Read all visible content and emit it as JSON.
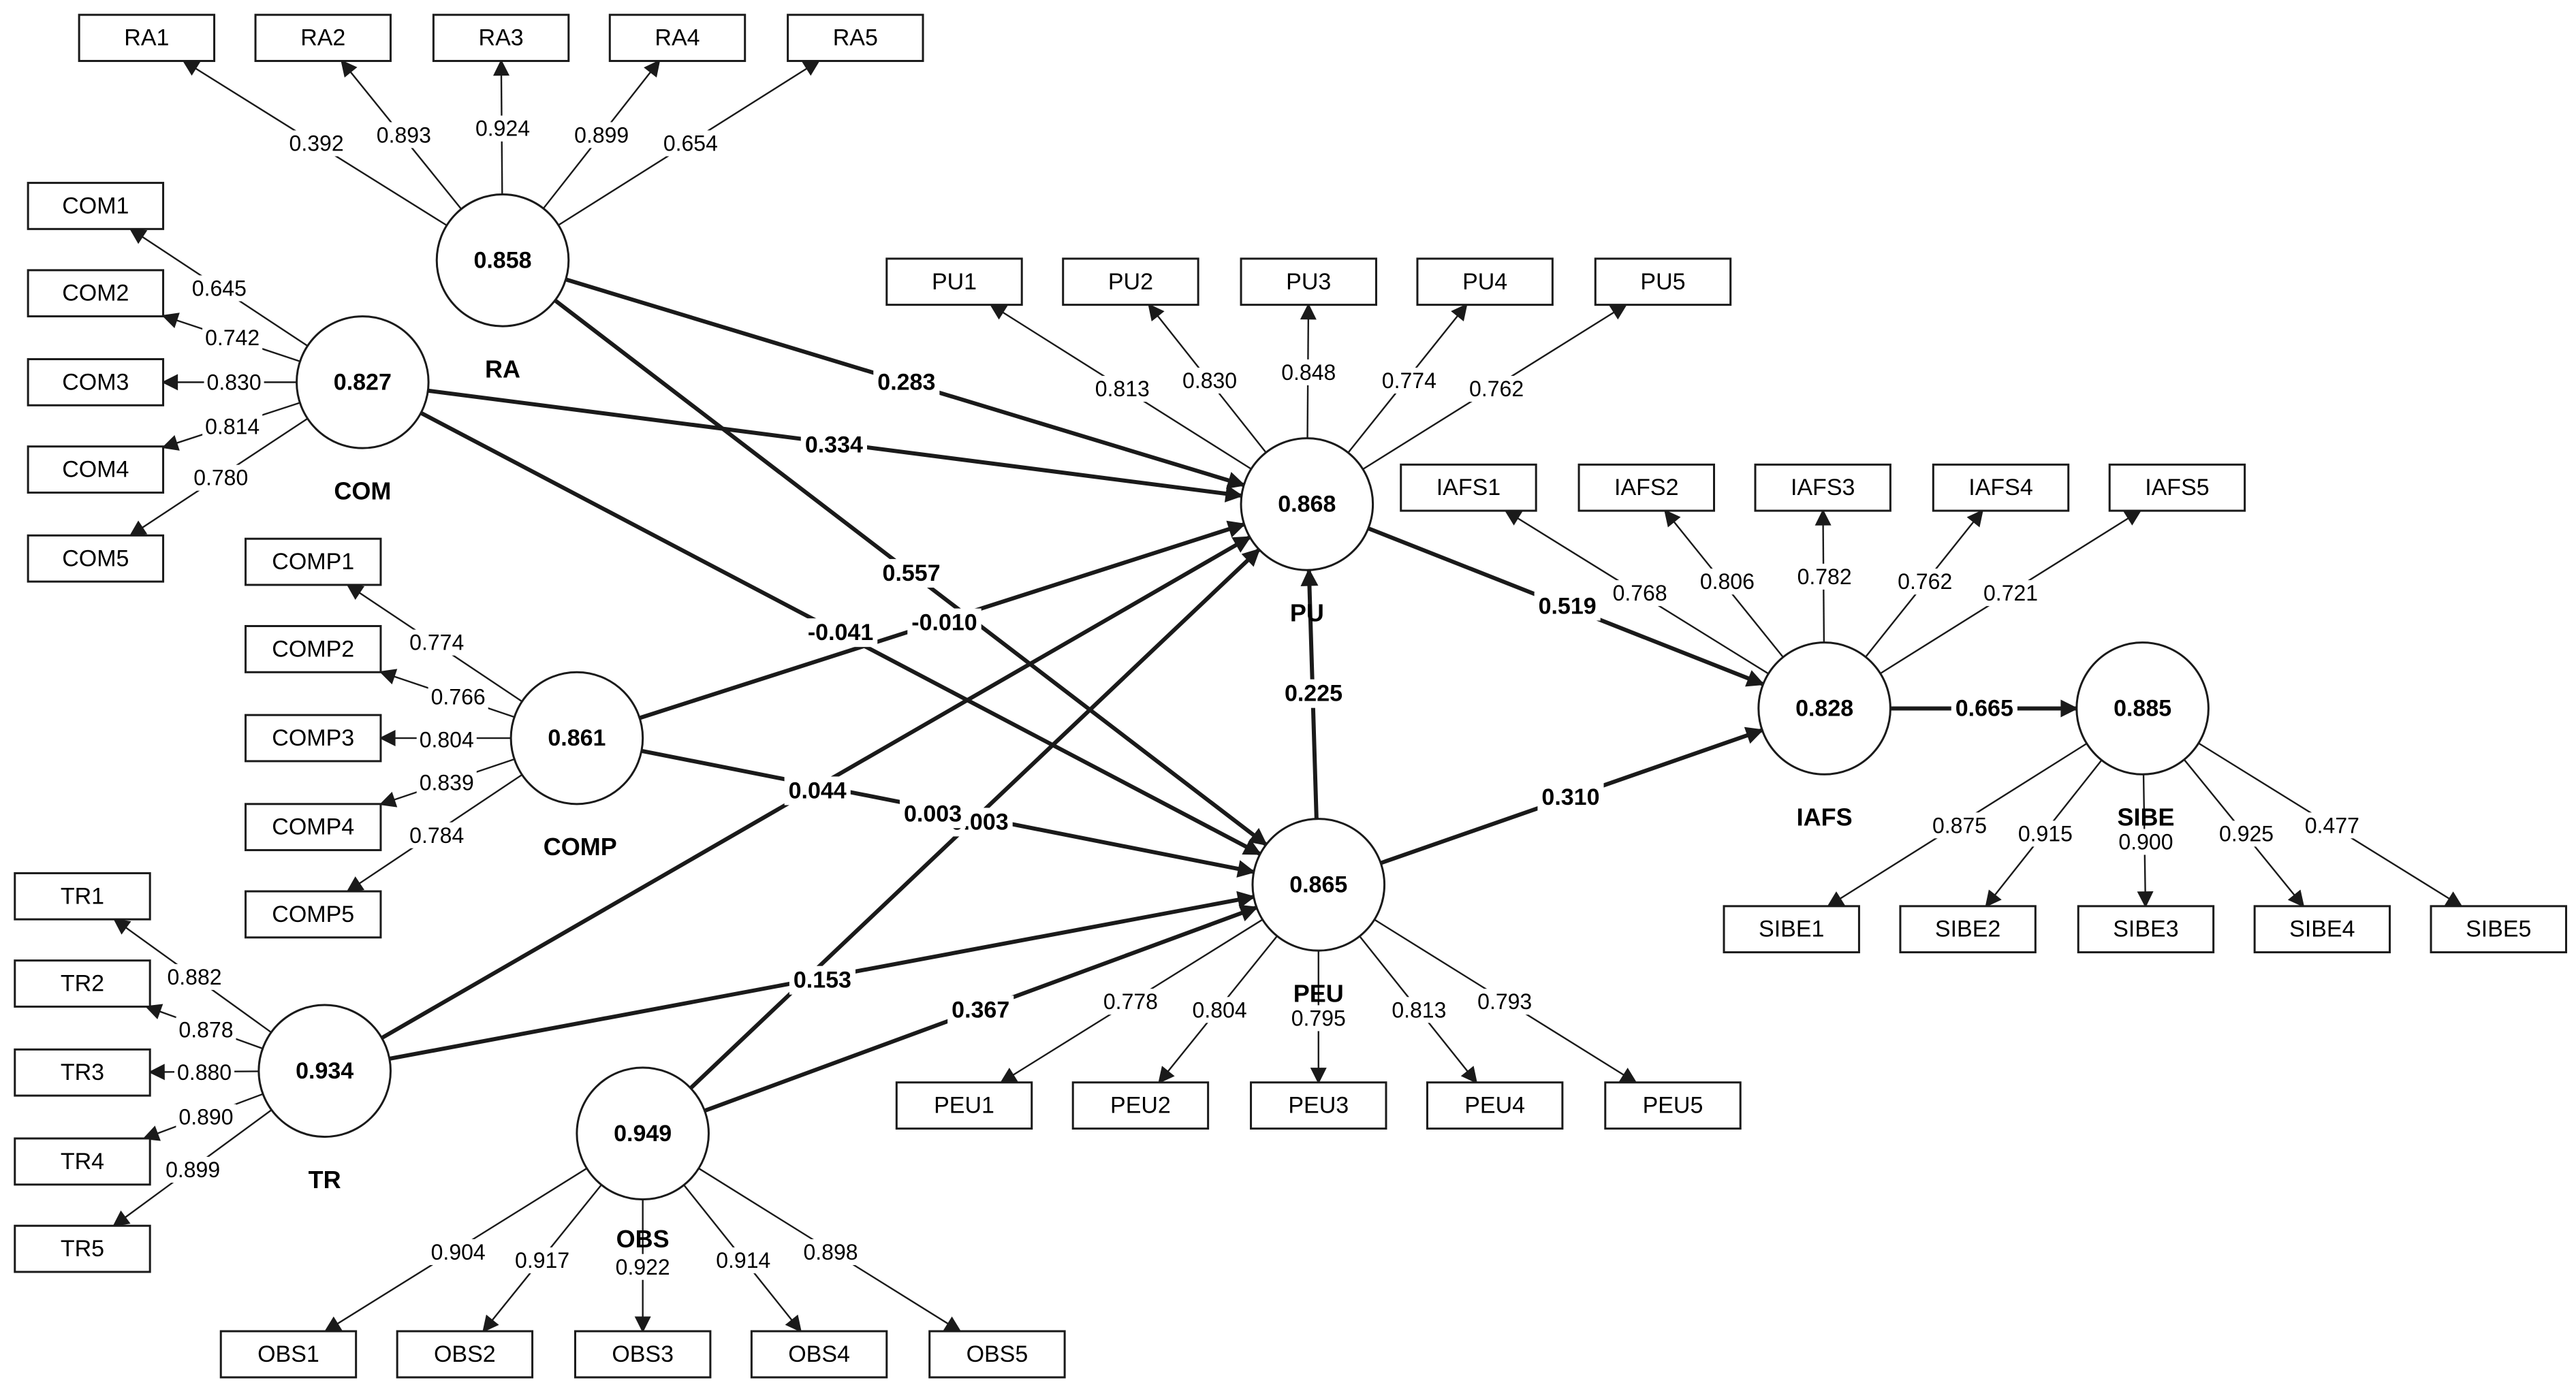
{
  "constructs": [
    {
      "id": "RA",
      "name": "RA",
      "value": "0.858"
    },
    {
      "id": "COM",
      "name": "COM",
      "value": "0.827"
    },
    {
      "id": "COMP",
      "name": "COMP",
      "value": "0.861"
    },
    {
      "id": "TR",
      "name": "TR",
      "value": "0.934"
    },
    {
      "id": "OBS",
      "name": "OBS",
      "value": "0.949"
    },
    {
      "id": "PU",
      "name": "PU",
      "value": "0.868"
    },
    {
      "id": "PEU",
      "name": "PEU",
      "value": "0.865"
    },
    {
      "id": "IAFS",
      "name": "IAFS",
      "value": "0.828"
    },
    {
      "id": "SIBE",
      "name": "SIBE",
      "value": "0.885"
    }
  ],
  "indicators": [
    {
      "construct": "RA",
      "items": [
        {
          "label": "RA1",
          "loading": "0.392"
        },
        {
          "label": "RA2",
          "loading": "0.893"
        },
        {
          "label": "RA3",
          "loading": "0.924"
        },
        {
          "label": "RA4",
          "loading": "0.899"
        },
        {
          "label": "RA5",
          "loading": "0.654"
        }
      ]
    },
    {
      "construct": "COM",
      "items": [
        {
          "label": "COM1",
          "loading": "0.645"
        },
        {
          "label": "COM2",
          "loading": "0.742"
        },
        {
          "label": "COM3",
          "loading": "0.830"
        },
        {
          "label": "COM4",
          "loading": "0.814"
        },
        {
          "label": "COM5",
          "loading": "0.780"
        }
      ]
    },
    {
      "construct": "COMP",
      "items": [
        {
          "label": "COMP1",
          "loading": "0.774"
        },
        {
          "label": "COMP2",
          "loading": "0.766"
        },
        {
          "label": "COMP3",
          "loading": "0.804"
        },
        {
          "label": "COMP4",
          "loading": "0.839"
        },
        {
          "label": "COMP5",
          "loading": "0.784"
        }
      ]
    },
    {
      "construct": "TR",
      "items": [
        {
          "label": "TR1",
          "loading": "0.882"
        },
        {
          "label": "TR2",
          "loading": "0.878"
        },
        {
          "label": "TR3",
          "loading": "0.880"
        },
        {
          "label": "TR4",
          "loading": "0.890"
        },
        {
          "label": "TR5",
          "loading": "0.899"
        }
      ]
    },
    {
      "construct": "OBS",
      "items": [
        {
          "label": "OBS1",
          "loading": "0.904"
        },
        {
          "label": "OBS2",
          "loading": "0.917"
        },
        {
          "label": "OBS3",
          "loading": "0.922"
        },
        {
          "label": "OBS4",
          "loading": "0.914"
        },
        {
          "label": "OBS5",
          "loading": "0.898"
        }
      ]
    },
    {
      "construct": "PU",
      "items": [
        {
          "label": "PU1",
          "loading": "0.813"
        },
        {
          "label": "PU2",
          "loading": "0.830"
        },
        {
          "label": "PU3",
          "loading": "0.848"
        },
        {
          "label": "PU4",
          "loading": "0.774"
        },
        {
          "label": "PU5",
          "loading": "0.762"
        }
      ]
    },
    {
      "construct": "PEU",
      "items": [
        {
          "label": "PEU1",
          "loading": "0.778"
        },
        {
          "label": "PEU2",
          "loading": "0.804"
        },
        {
          "label": "PEU3",
          "loading": "0.795"
        },
        {
          "label": "PEU4",
          "loading": "0.813"
        },
        {
          "label": "PEU5",
          "loading": "0.793"
        }
      ]
    },
    {
      "construct": "IAFS",
      "items": [
        {
          "label": "IAFS1",
          "loading": "0.768"
        },
        {
          "label": "IAFS2",
          "loading": "0.806"
        },
        {
          "label": "IAFS3",
          "loading": "0.782"
        },
        {
          "label": "IAFS4",
          "loading": "0.762"
        },
        {
          "label": "IAFS5",
          "loading": "0.721"
        }
      ]
    },
    {
      "construct": "SIBE",
      "items": [
        {
          "label": "SIBE1",
          "loading": "0.875"
        },
        {
          "label": "SIBE2",
          "loading": "0.915"
        },
        {
          "label": "SIBE3",
          "loading": "0.900"
        },
        {
          "label": "SIBE4",
          "loading": "0.925"
        },
        {
          "label": "SIBE5",
          "loading": "0.477"
        }
      ]
    }
  ],
  "paths": [
    {
      "from": "RA",
      "to": "PU",
      "value": "0.283"
    },
    {
      "from": "RA",
      "to": "PEU",
      "value": "0.557"
    },
    {
      "from": "COM",
      "to": "PU",
      "value": "0.334"
    },
    {
      "from": "COM",
      "to": "PEU",
      "value": "-0.041"
    },
    {
      "from": "COMP",
      "to": "PU",
      "value": "-0.010"
    },
    {
      "from": "COMP",
      "to": "PEU",
      "value": "-0.003"
    },
    {
      "from": "TR",
      "to": "PU",
      "value": "0.044"
    },
    {
      "from": "TR",
      "to": "PEU",
      "value": "0.153"
    },
    {
      "from": "OBS",
      "to": "PU",
      "value": "0.003"
    },
    {
      "from": "OBS",
      "to": "PEU",
      "value": "0.367"
    },
    {
      "from": "PEU",
      "to": "PU",
      "value": "0.225"
    },
    {
      "from": "PU",
      "to": "IAFS",
      "value": "0.519"
    },
    {
      "from": "PEU",
      "to": "IAFS",
      "value": "0.310"
    },
    {
      "from": "IAFS",
      "to": "SIBE",
      "value": "0.665"
    }
  ]
}
